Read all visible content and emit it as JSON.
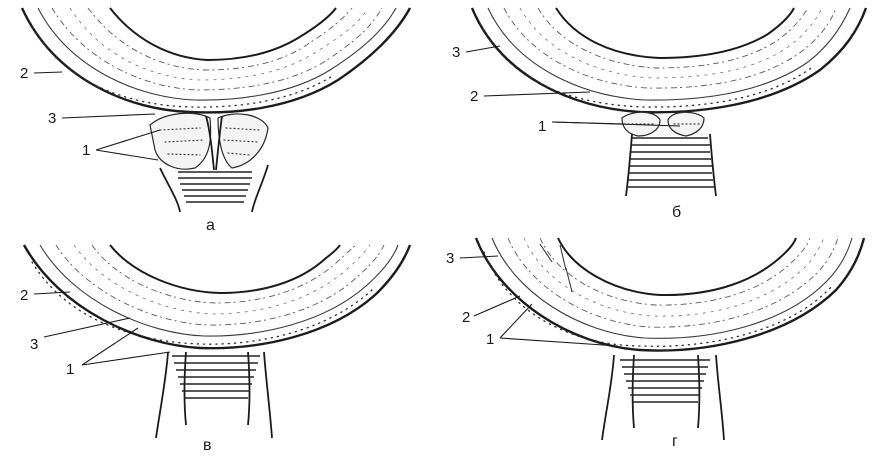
{
  "panels": [
    {
      "caption": "а",
      "labels": {
        "l1": "1",
        "l2": "2",
        "l3": "3"
      }
    },
    {
      "caption": "б",
      "labels": {
        "l1": "1",
        "l2": "2",
        "l3": "3"
      }
    },
    {
      "caption": "в",
      "labels": {
        "l1": "1",
        "l2": "2",
        "l3": "3"
      }
    },
    {
      "caption": "г",
      "labels": {
        "l1": "1",
        "l2": "2",
        "l3": "3"
      }
    }
  ]
}
